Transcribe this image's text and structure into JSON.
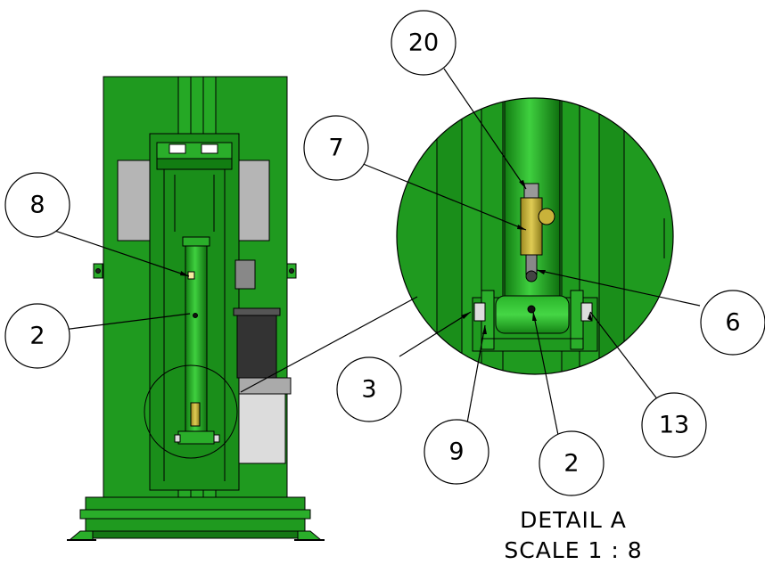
{
  "colors": {
    "body_green": "#1f9a1f",
    "dark_green": "#0d6b0d",
    "light_green": "#34c434",
    "gray_panel": "#b5b5b5",
    "black_motor": "#333333",
    "brass": "#c9b23a",
    "outline": "#000000"
  },
  "callouts": {
    "c20": "20",
    "c7": "7",
    "c8": "8",
    "c2_main": "2",
    "c6": "6",
    "c3": "3",
    "c13": "13",
    "c9": "9",
    "c2_detail": "2"
  },
  "detail": {
    "title": "DETAIL A",
    "scale": "SCALE 1 : 8"
  },
  "icons": {
    "machine": "machine-front-view",
    "detail": "detail-circle-view"
  }
}
